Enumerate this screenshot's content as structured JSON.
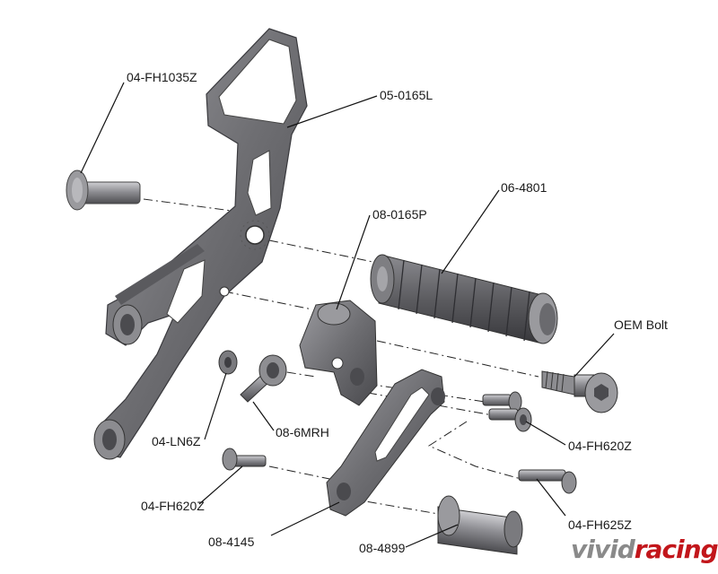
{
  "labels": {
    "p1": "04-FH1035Z",
    "p2": "05-0165L",
    "p3": "06-4801",
    "p4": "08-0165P",
    "p5": "OEM Bolt",
    "p6": "04-LN6Z",
    "p7": "08-6MRH",
    "p8": "04-FH620Z",
    "p9": "04-FH620Z",
    "p10": "04-FH625Z",
    "p11": "08-4145",
    "p12": "08-4899"
  },
  "watermark": {
    "part1": "vivid",
    "part2": "racing"
  },
  "colors": {
    "metal": "#6e6e72",
    "metal_light": "#a9a9ad",
    "metal_dark": "#3f3f43",
    "line": "#111111"
  }
}
